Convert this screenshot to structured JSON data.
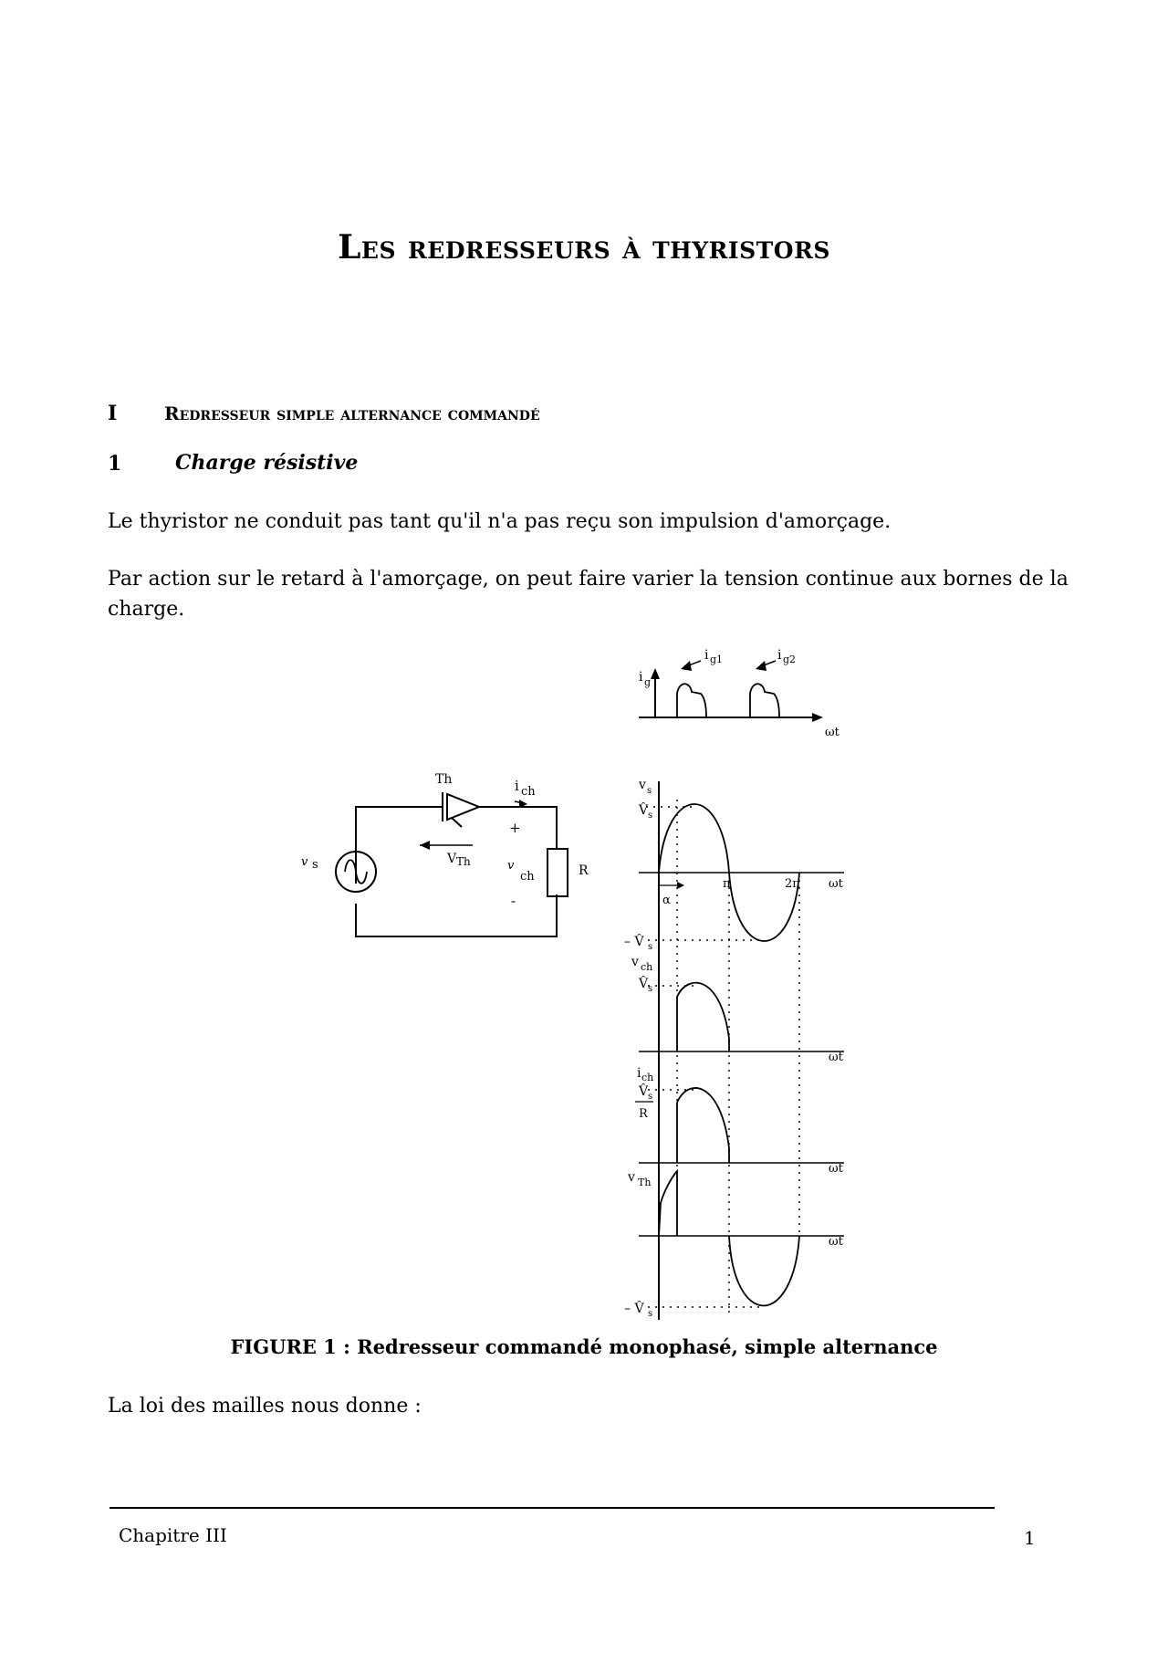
{
  "page": {
    "title": "Les redresseurs à thyristors"
  },
  "section": {
    "number": "I",
    "title": "Redresseur simple alternance commandé"
  },
  "subsection": {
    "number": "1",
    "title": "Charge résistive"
  },
  "paragraphs": [
    "Le thyristor ne conduit pas tant qu'il n'a pas reçu son impulsion d'amorçage.",
    "Par action sur le retard à l'amorçage, on peut faire varier la tension continue aux bornes de la charge.",
    "La loi des mailles nous donne :"
  ],
  "figure": {
    "caption": "FIGURE 1 : Redresseur commandé monophasé, simple alternance",
    "circuit_labels": {
      "thyristor": "Th",
      "current": "i",
      "current_sub": "ch",
      "plus": "+",
      "minus": "-",
      "v_th": "V",
      "v_th_sub": "Th",
      "v_ch": "v",
      "v_ch_sub": "ch",
      "source": "v",
      "source_sub": "s",
      "resistor": "R"
    },
    "wave_labels": {
      "ig": "i",
      "ig_sub": "g",
      "ig1": "i",
      "ig1_sub": "g1",
      "ig2": "i",
      "ig2_sub": "g2",
      "omega_t": "ωt",
      "vs": "v",
      "vs_sub": "s",
      "vs_peak": "V̂",
      "vs_peak_sub": "s",
      "neg_vs_peak": "– V̂",
      "pi": "π",
      "two_pi": "2π",
      "alpha": "α",
      "vch": "v",
      "vch_sub": "ch",
      "ich": "i",
      "ich_sub": "ch",
      "R": "R",
      "vth": "v",
      "vth_sub": "Th"
    }
  },
  "footer": {
    "chapter": "Chapitre III",
    "page_number": "1"
  }
}
